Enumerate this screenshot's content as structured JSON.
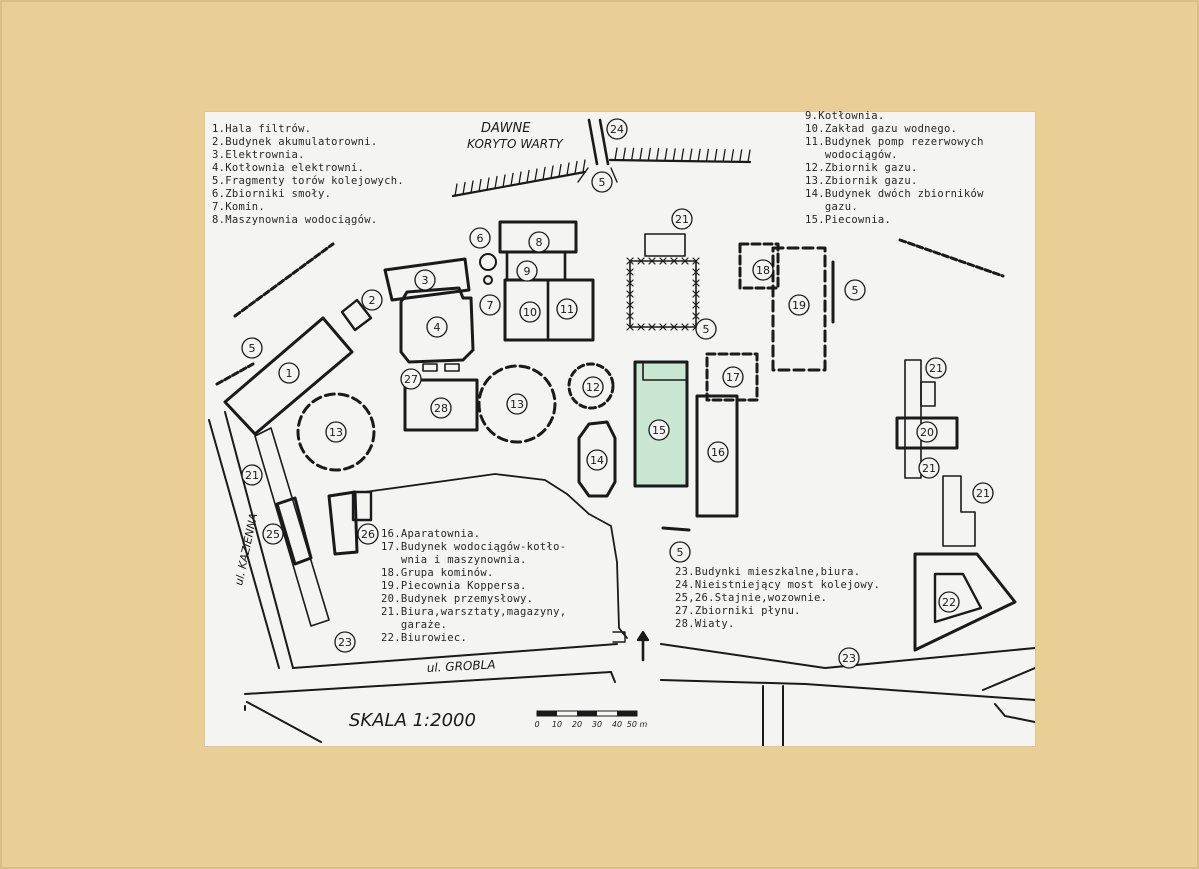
{
  "map": {
    "title_river": [
      "DAWNE",
      "KORYTO WARTY"
    ],
    "street_kaziemna": "ul. KAZIENNA",
    "street_grobla": "ul. GROBLA",
    "scale_text": "SKALA 1:2000",
    "scale_ticks": [
      "0",
      "10",
      "20",
      "30",
      "40",
      "50 m"
    ],
    "accent_color": "#c8e6d2"
  },
  "legend_top_left": [
    "1.Hala filtrów.",
    "2.Budynek akumulatorowni.",
    "3.Elektrownia.",
    "4.Kotłownia elektrowni.",
    "5.Fragmenty torów kolejowych.",
    "6.Zbiorniki smoły.",
    "7.Komin.",
    "8.Maszynownia wodociągów."
  ],
  "legend_top_right": [
    "9.Kotłownia.",
    "10.Zakład gazu wodnego.",
    "11.Budynek pomp rezerwowych",
    "   wodociągów.",
    "12.Zbiornik gazu.",
    "13.Zbiornik gazu.",
    "14.Budynek dwóch zbiorników",
    "   gazu.",
    "15.Piecownia."
  ],
  "legend_bottom_middle": [
    "16.Aparatownia.",
    "17.Budynek wodociągów-kotło-",
    "   wnia i maszynownia.",
    "18.Grupa kominów.",
    "19.Piecownia Koppersa.",
    "20.Budynek przemysłowy.",
    "21.Biura,warsztaty,magazyny,",
    "   garaże.",
    "22.Biurowiec."
  ],
  "legend_bottom_right": [
    "23.Budynki mieszkalne,biura.",
    "24.Nieistniejący most kolejowy.",
    "25,26.Stajnie,wozownie.",
    "27.Zbiorniki płynu.",
    "28.Wiaty."
  ]
}
